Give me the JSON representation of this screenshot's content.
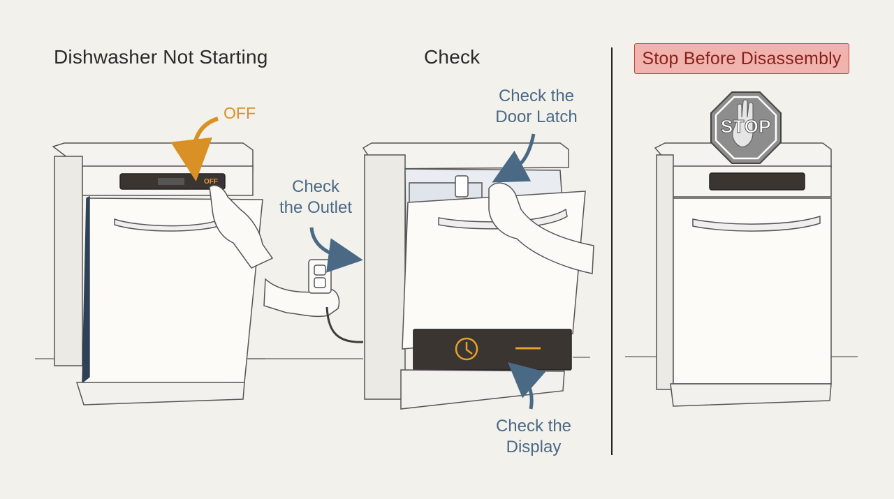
{
  "headings": {
    "left": "Dishwasher Not Starting",
    "middle": "Check",
    "right": "Stop Before Disassembly"
  },
  "callouts": {
    "off": "OFF",
    "outlet_line1": "Check",
    "outlet_line2": "the Outlet",
    "latch_line1": "Check the",
    "latch_line2": "Door Latch",
    "display_line1": "Check the",
    "display_line2": "Display"
  },
  "panel_label": "OFF",
  "stop_sign_text": "STOP",
  "colors": {
    "background": "#f3f1ec",
    "callout_blue": "#4a6985",
    "off_orange": "#d99125",
    "stop_box_fill": "#f0b3ae",
    "stop_box_border": "#c9403a",
    "stop_sign": "#8d8d8d",
    "display_panel": "#3a3530",
    "display_glow": "#e6a030"
  },
  "icons": [
    "clock-icon",
    "hand-icon",
    "stop-sign-icon",
    "outlet-icon",
    "arrow-icon"
  ]
}
